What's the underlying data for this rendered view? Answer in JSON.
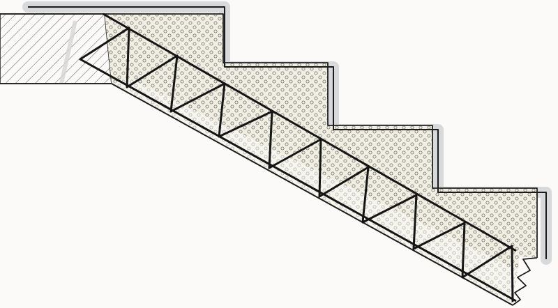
{
  "diagram": {
    "kind": "stair-section",
    "step_count": 4,
    "truss_panel_count": 9,
    "materials": {
      "masonry": "diagonal-hatch",
      "concrete_fill": "circle-dot-pattern",
      "finish_layer": "grey-band"
    },
    "colors": {
      "background": "#fbfaf8",
      "fill": "#f1efe1",
      "finish_band": "#d8d9db",
      "outline": "#1b1b1b",
      "truss": "#151515",
      "circle_stroke": "#7c7c7c"
    }
  }
}
